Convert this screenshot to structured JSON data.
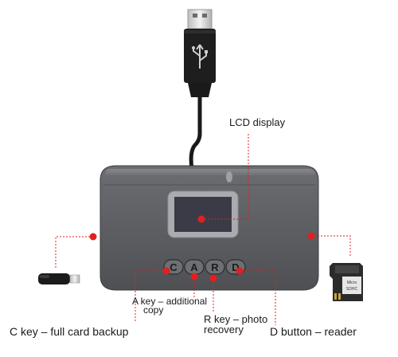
{
  "device_keys": {
    "c": "C",
    "a": "A",
    "r": "R",
    "d": "D"
  },
  "callouts": {
    "lcd": "LCD display",
    "a_key_line1": "A key – additional",
    "a_key_line2": "copy",
    "r_key_line1": "R key – photo",
    "r_key_line2": "recovery",
    "c_key": "C key – full card backup",
    "d_button": "D button – reader"
  },
  "sd_card": {
    "line1": "Micro",
    "line2": "SDHC"
  },
  "colors": {
    "accent_red": "#e02020",
    "device_body": "#5a5c60",
    "lcd_screen": "#3a3b47",
    "usb_metal": "#d9d9d9"
  }
}
